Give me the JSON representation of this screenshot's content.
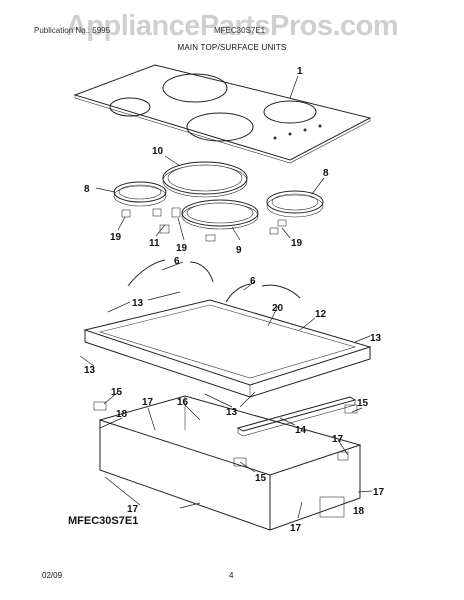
{
  "watermark": "AppliancePartsPros.com",
  "header": {
    "left": "Publication No.: 5995",
    "right": "MFEC30S7E1"
  },
  "subtitle": "MAIN TOP/SURFACE UNITS",
  "model": "MFEC30S7E1",
  "footer": {
    "date": "02/09",
    "page": "4"
  },
  "callouts": {
    "c1": "1",
    "c10": "10",
    "c8a": "8",
    "c8b": "8",
    "c19a": "19",
    "c11": "11",
    "c19b": "19",
    "c9": "9",
    "c19c": "19",
    "c6a": "6",
    "c6b": "6",
    "c13a": "13",
    "c20": "20",
    "c12": "12",
    "c13b": "13",
    "c13c": "13",
    "c13d": "13",
    "c15a": "15",
    "c18a": "18",
    "c17a": "17",
    "c16": "16",
    "c15b": "15",
    "c14": "14",
    "c17b": "17",
    "c15c": "15",
    "c17c": "17",
    "c18b": "18",
    "c17d": "17",
    "c17e": "17"
  }
}
